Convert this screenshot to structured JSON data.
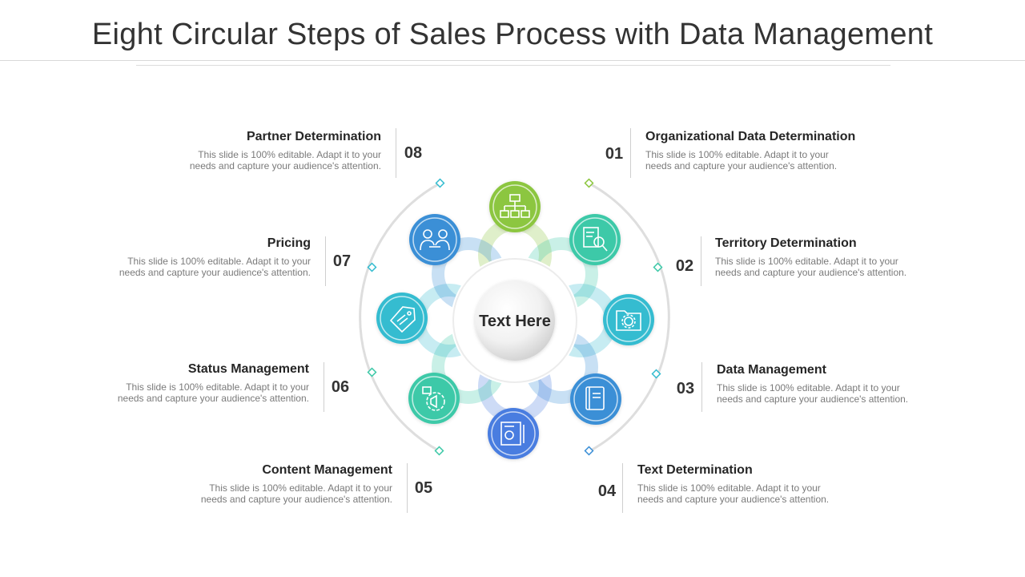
{
  "title": "Eight Circular Steps of Sales Process with Data Management",
  "center_label": "Text Here",
  "colors": {
    "green": "#8cc63f",
    "teal": "#3ec9a8",
    "cyan": "#35bcd0",
    "blue": "#3b8fd6",
    "royal": "#4a7de0"
  },
  "steps": [
    {
      "num": "01",
      "title": "Organizational Data Determination",
      "desc": "This slide is 100% editable. Adapt it to your needs and capture your audience's attention.",
      "icon": "hierarchy-icon"
    },
    {
      "num": "02",
      "title": "Territory Determination",
      "desc": "This slide is 100% editable. Adapt it to your needs and capture your audience's attention.",
      "icon": "document-search-icon"
    },
    {
      "num": "03",
      "title": "Data Management",
      "desc": "This slide is 100% editable. Adapt it to your needs and capture your audience's attention.",
      "icon": "folder-gear-icon"
    },
    {
      "num": "04",
      "title": "Text Determination",
      "desc": "This slide is 100% editable. Adapt it to your needs and capture your audience's attention.",
      "icon": "book-icon"
    },
    {
      "num": "05",
      "title": "Content Management",
      "desc": "This slide is 100% editable. Adapt it to your needs and capture your audience's attention.",
      "icon": "document-gear-icon"
    },
    {
      "num": "06",
      "title": "Status Management",
      "desc": "This slide is 100% editable. Adapt it to your needs and capture your audience's attention.",
      "icon": "megaphone-gear-icon"
    },
    {
      "num": "07",
      "title": "Pricing",
      "desc": "This slide is 100% editable. Adapt it to your needs and capture your audience's attention.",
      "icon": "price-tag-icon"
    },
    {
      "num": "08",
      "title": "Partner Determination",
      "desc": "This slide is 100% editable. Adapt it to your needs and capture your audience's attention.",
      "icon": "partners-icon"
    }
  ]
}
